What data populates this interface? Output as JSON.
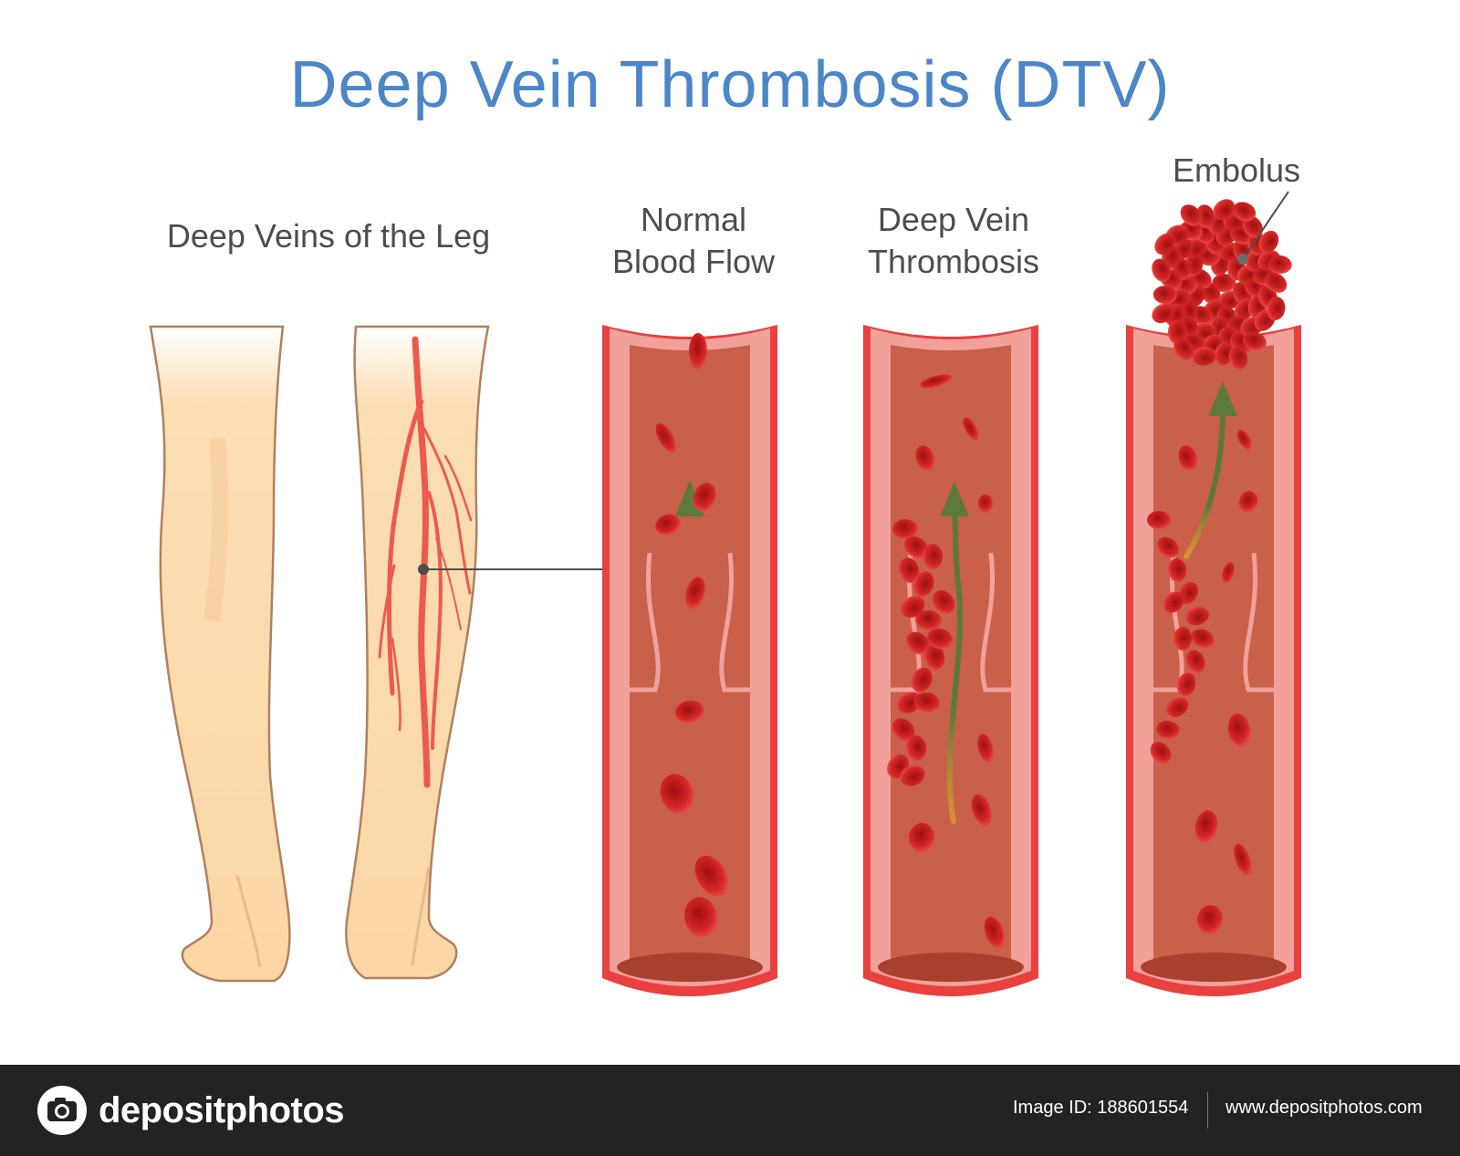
{
  "title": "Deep Vein Thrombosis (DTV)",
  "labels": {
    "leg": "Deep Veins of the Leg",
    "normal_line1": "Normal",
    "normal_line2": "Blood Flow",
    "dvt_line1": "Deep Vein",
    "dvt_line2": "Thrombosis",
    "embolus": "Embolus"
  },
  "footer": {
    "brand": "depositphotos",
    "image_id": "Image ID: 188601554",
    "site": "www.depositphotos.com"
  },
  "colors": {
    "title": "#4a86c8",
    "skin": "#fbdcb0",
    "skin_outline": "#b08060",
    "vein_wall": "#e94040",
    "vein_lumen": "#c8604a",
    "vein_inner": "#f2a09a",
    "blood_cell": "#c41e1e",
    "flow_arrow": "#5e7a3a",
    "footer_bg": "#232323"
  },
  "icons": {
    "pointer": "callout-dot-icon",
    "arrow": "flow-arrow-icon",
    "logo": "camera-logo-icon"
  }
}
